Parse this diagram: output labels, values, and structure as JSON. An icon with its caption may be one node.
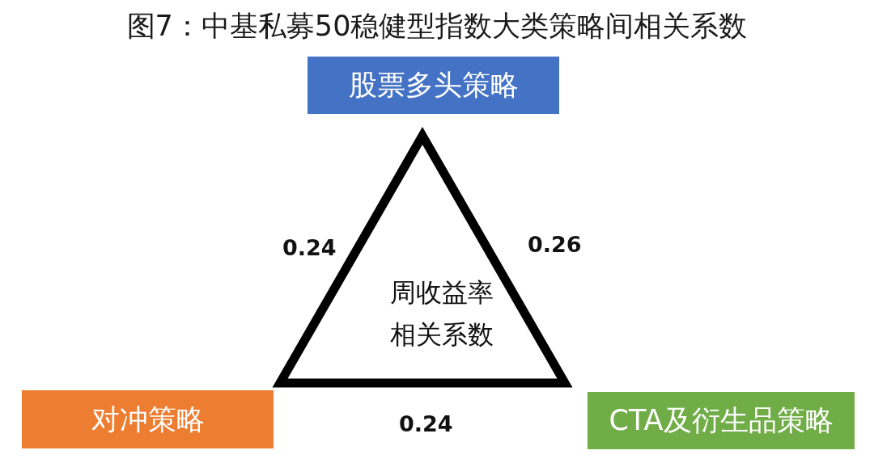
{
  "diagram": {
    "title": "图7：中基私募50稳健型指数大类策略间相关系数",
    "nodes": [
      {
        "text": [
          "股票多头策略"
        ]
      },
      {
        "text": [
          "周收益率相关系数"
        ]
      },
      {
        "text": [
          "对冲策略"
        ]
      },
      {
        "text": [
          "CTA及衍生品策略"
        ]
      }
    ],
    "labels": [
      "0.24",
      "0.26",
      "0.24"
    ]
  }
}
